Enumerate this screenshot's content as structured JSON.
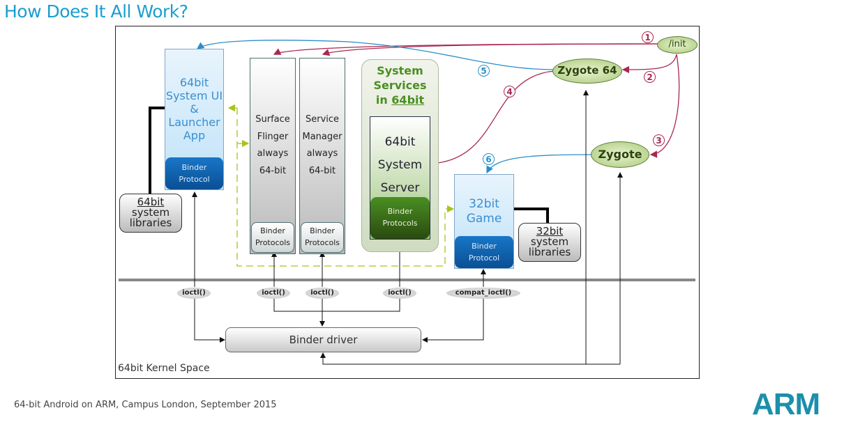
{
  "slide": {
    "title": "How Does It All Work?",
    "footer": "64-bit Android on ARM,  Campus London,  September 2015",
    "logo": "ARM"
  },
  "diagram": {
    "kernel_label": "64bit Kernel Space",
    "binder_driver": "Binder driver",
    "systemui": {
      "lines": [
        "64bit",
        "System UI",
        "&",
        "Launcher",
        "App"
      ],
      "binder": [
        "Binder",
        "Protocol"
      ]
    },
    "surface_flinger": {
      "lines": [
        "Surface",
        "Flinger",
        "always",
        "64-bit"
      ],
      "binder": [
        "Binder",
        "Protocols"
      ]
    },
    "service_manager": {
      "lines": [
        "Service",
        "Manager",
        "always",
        "64-bit"
      ],
      "binder": [
        "Binder",
        "Protocols"
      ]
    },
    "system_services": {
      "title1": "System",
      "title2": "Services",
      "title3_prefix": "in ",
      "title3_underlined": "64bit"
    },
    "system_server": {
      "lines": [
        "64bit",
        "System",
        "Server"
      ],
      "binder": [
        "Binder",
        "Protocols"
      ]
    },
    "game": {
      "lines": [
        "32bit",
        "Game"
      ],
      "binder": [
        "Binder",
        "Protocol"
      ]
    },
    "lib64": {
      "underlined": "64bit",
      "lines": [
        "system",
        "libraries"
      ]
    },
    "lib32": {
      "underlined": "32bit",
      "lines": [
        "system",
        "libraries"
      ]
    },
    "ioctl_labels": [
      "ioctl()",
      "ioctl()",
      "ioctl()",
      "ioctl()",
      "compat_ioctl()"
    ],
    "nodes": {
      "init": "/init",
      "zygote64": "Zygote 64",
      "zygote": "Zygote"
    },
    "steps": [
      "1",
      "2",
      "3",
      "4",
      "5",
      "6"
    ],
    "colors": {
      "red_arrow": "#a8284f",
      "blue_arrow": "#2b8ec9",
      "green_dashed": "#a8c41c",
      "title": "#1a9ecf"
    }
  }
}
